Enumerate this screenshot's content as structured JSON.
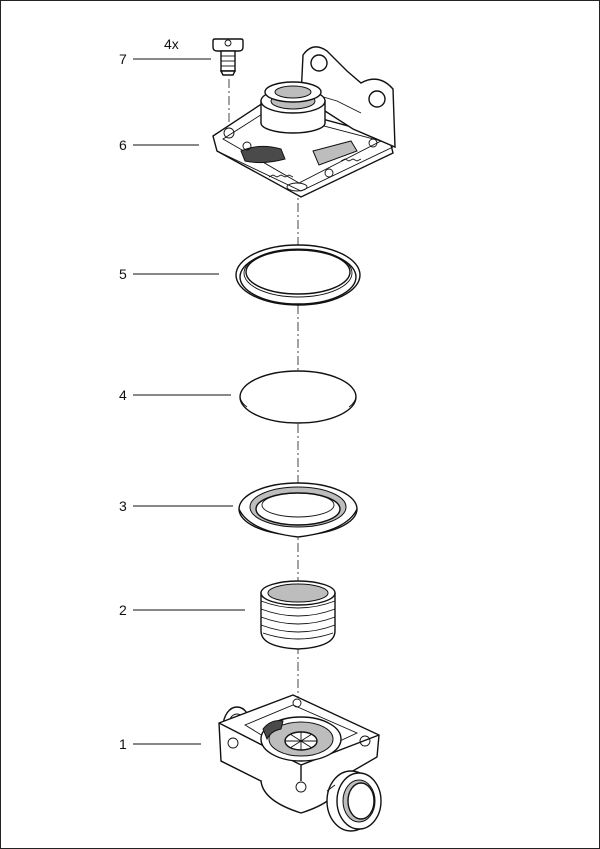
{
  "quantity_label": "4x",
  "callouts": [
    {
      "id": "7"
    },
    {
      "id": "6"
    },
    {
      "id": "5"
    },
    {
      "id": "4"
    },
    {
      "id": "3"
    },
    {
      "id": "2"
    },
    {
      "id": "1"
    }
  ]
}
